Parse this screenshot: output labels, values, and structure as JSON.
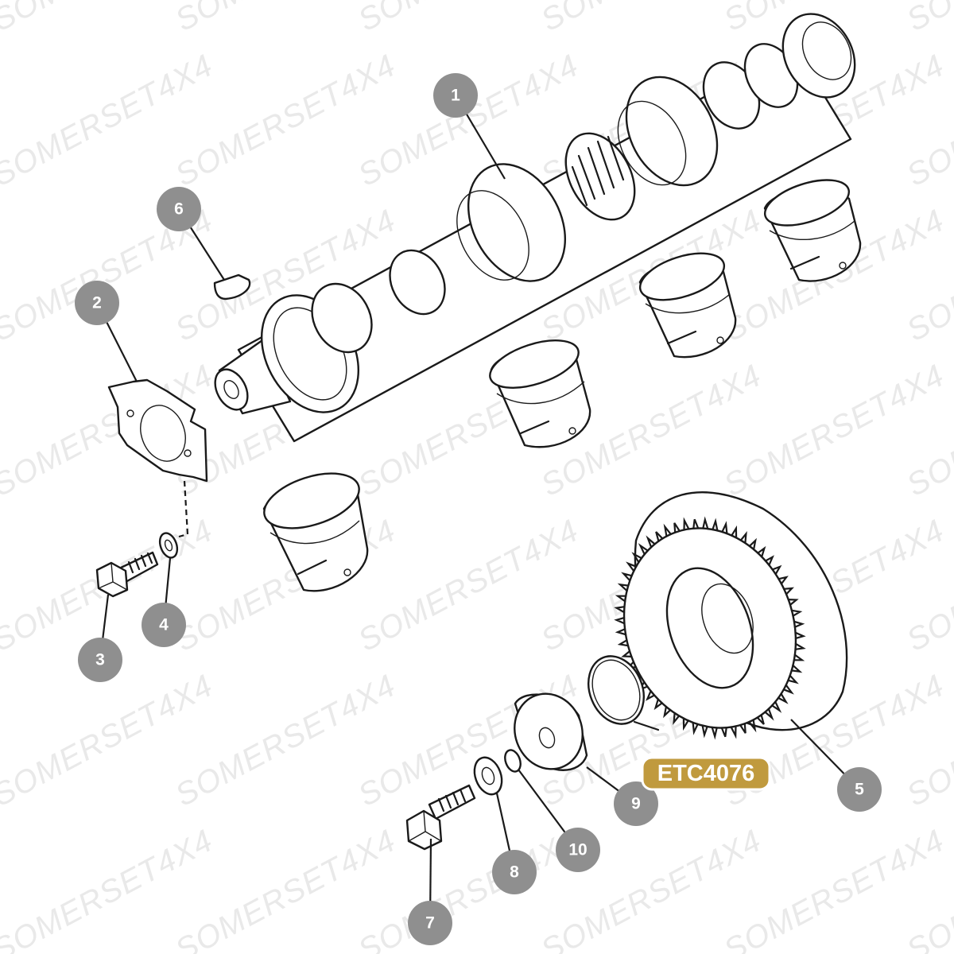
{
  "watermark_text": "SOMERSET4X4",
  "part_code": "ETC4076",
  "callouts": [
    "1",
    "2",
    "3",
    "4",
    "5",
    "6",
    "7",
    "8",
    "9",
    "10"
  ]
}
